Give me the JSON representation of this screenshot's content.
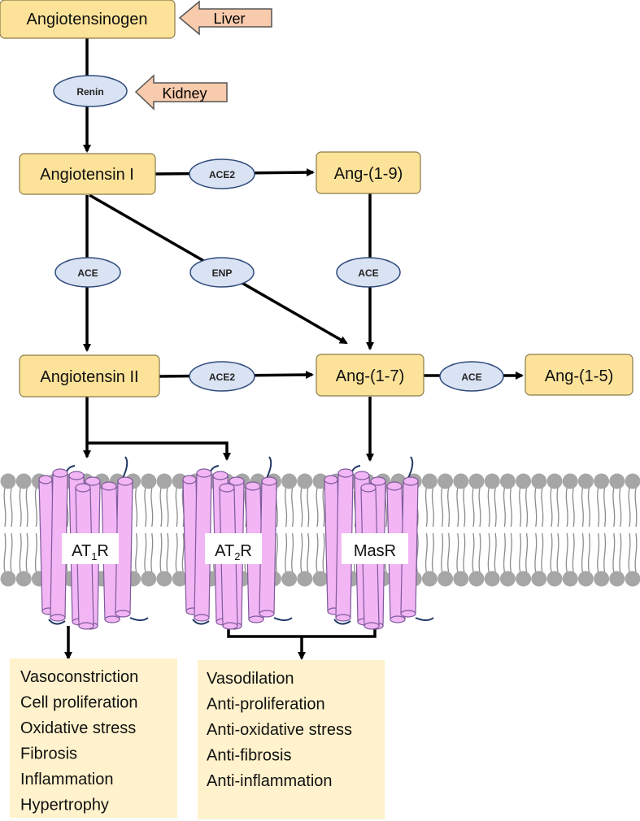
{
  "nodes": {
    "angiotensinogen": "Angiotensinogen",
    "angiotensin_i": "Angiotensin I",
    "ang_1_9": "Ang-(1-9)",
    "angiotensin_ii": "Angiotensin II",
    "ang_1_7": "Ang-(1-7)",
    "ang_1_5": "Ang-(1-5)"
  },
  "sources": {
    "liver": "Liver",
    "kidney": "Kidney"
  },
  "enzymes": {
    "renin": "Renin",
    "ace2_top": "ACE2",
    "ace_left": "ACE",
    "enp": "ENP",
    "ace_right": "ACE",
    "ace2_bottom": "ACE2",
    "ace_far_right": "ACE"
  },
  "receptors": {
    "at1r_main": "AT",
    "at1r_sub": "1",
    "at1r_suffix": "R",
    "at2r_main": "AT",
    "at2r_sub": "2",
    "at2r_suffix": "R",
    "masr": "MasR"
  },
  "effects_left": [
    "Vasoconstriction",
    "Cell proliferation",
    "Oxidative stress",
    "Fibrosis",
    "Inflammation",
    "Hypertrophy"
  ],
  "effects_right": [
    "Vasodilation",
    "Anti-proliferation",
    "Anti-oxidative stress",
    "Anti-fibrosis",
    "Anti-inflammation"
  ],
  "colors": {
    "node_fill": "#fde399",
    "node_stroke": "#8a7a4a",
    "enzyme_fill": "#dae3f3",
    "enzyme_stroke": "#2f4b7c",
    "source_arrow_fill": "#f8cbad",
    "receptor_fill": "#f2b6f5",
    "receptor_stroke": "#7e5a9b",
    "membrane_head": "#a6a6a6",
    "effects_fill": "#fff2cc"
  }
}
